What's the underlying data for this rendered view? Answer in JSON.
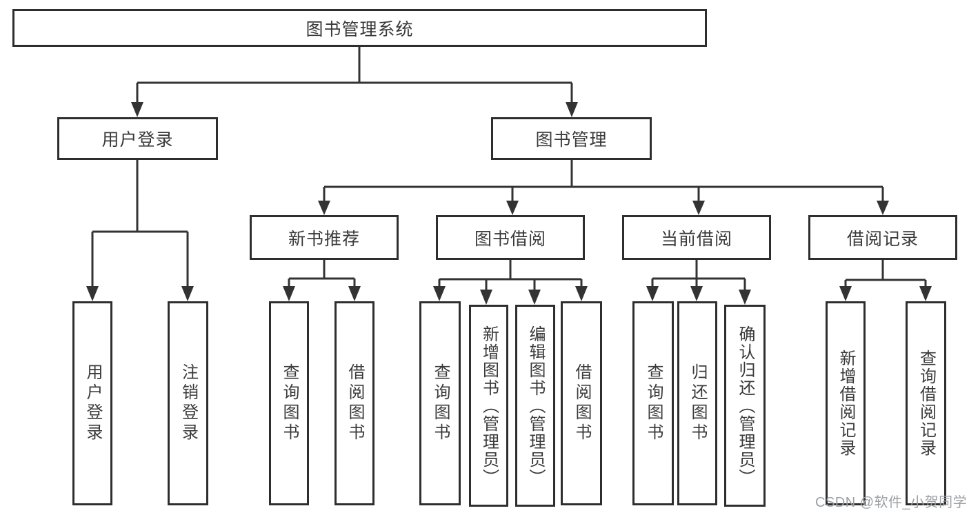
{
  "diagram": {
    "type": "tree",
    "title": "图书管理系统",
    "level2": [
      {
        "label": "用户登录"
      },
      {
        "label": "图书管理"
      }
    ],
    "level3": [
      {
        "label": "新书推荐"
      },
      {
        "label": "图书借阅"
      },
      {
        "label": "当前借阅"
      },
      {
        "label": "借阅记录"
      }
    ],
    "leaves": {
      "user_login": [
        "用户登录",
        "注销登录"
      ],
      "new_book": [
        "查询图书",
        "借阅图书"
      ],
      "book_borrow": [
        "查询图书",
        "新增图书（管理员）",
        "编辑图书（管理员）",
        "借阅图书"
      ],
      "current_borrow": [
        "查询图书",
        "归还图书",
        "确认归还（管理员）"
      ],
      "borrow_record": [
        "新增借阅记录",
        "查询借阅记录"
      ]
    },
    "colors": {
      "line": "#333333",
      "border": "#2e2e2e",
      "text": "#3a3a3a",
      "watermark_text": "#9da0a3",
      "background": "#ffffff"
    }
  },
  "watermark": {
    "text": "CSDN @软件_小贺同学"
  }
}
